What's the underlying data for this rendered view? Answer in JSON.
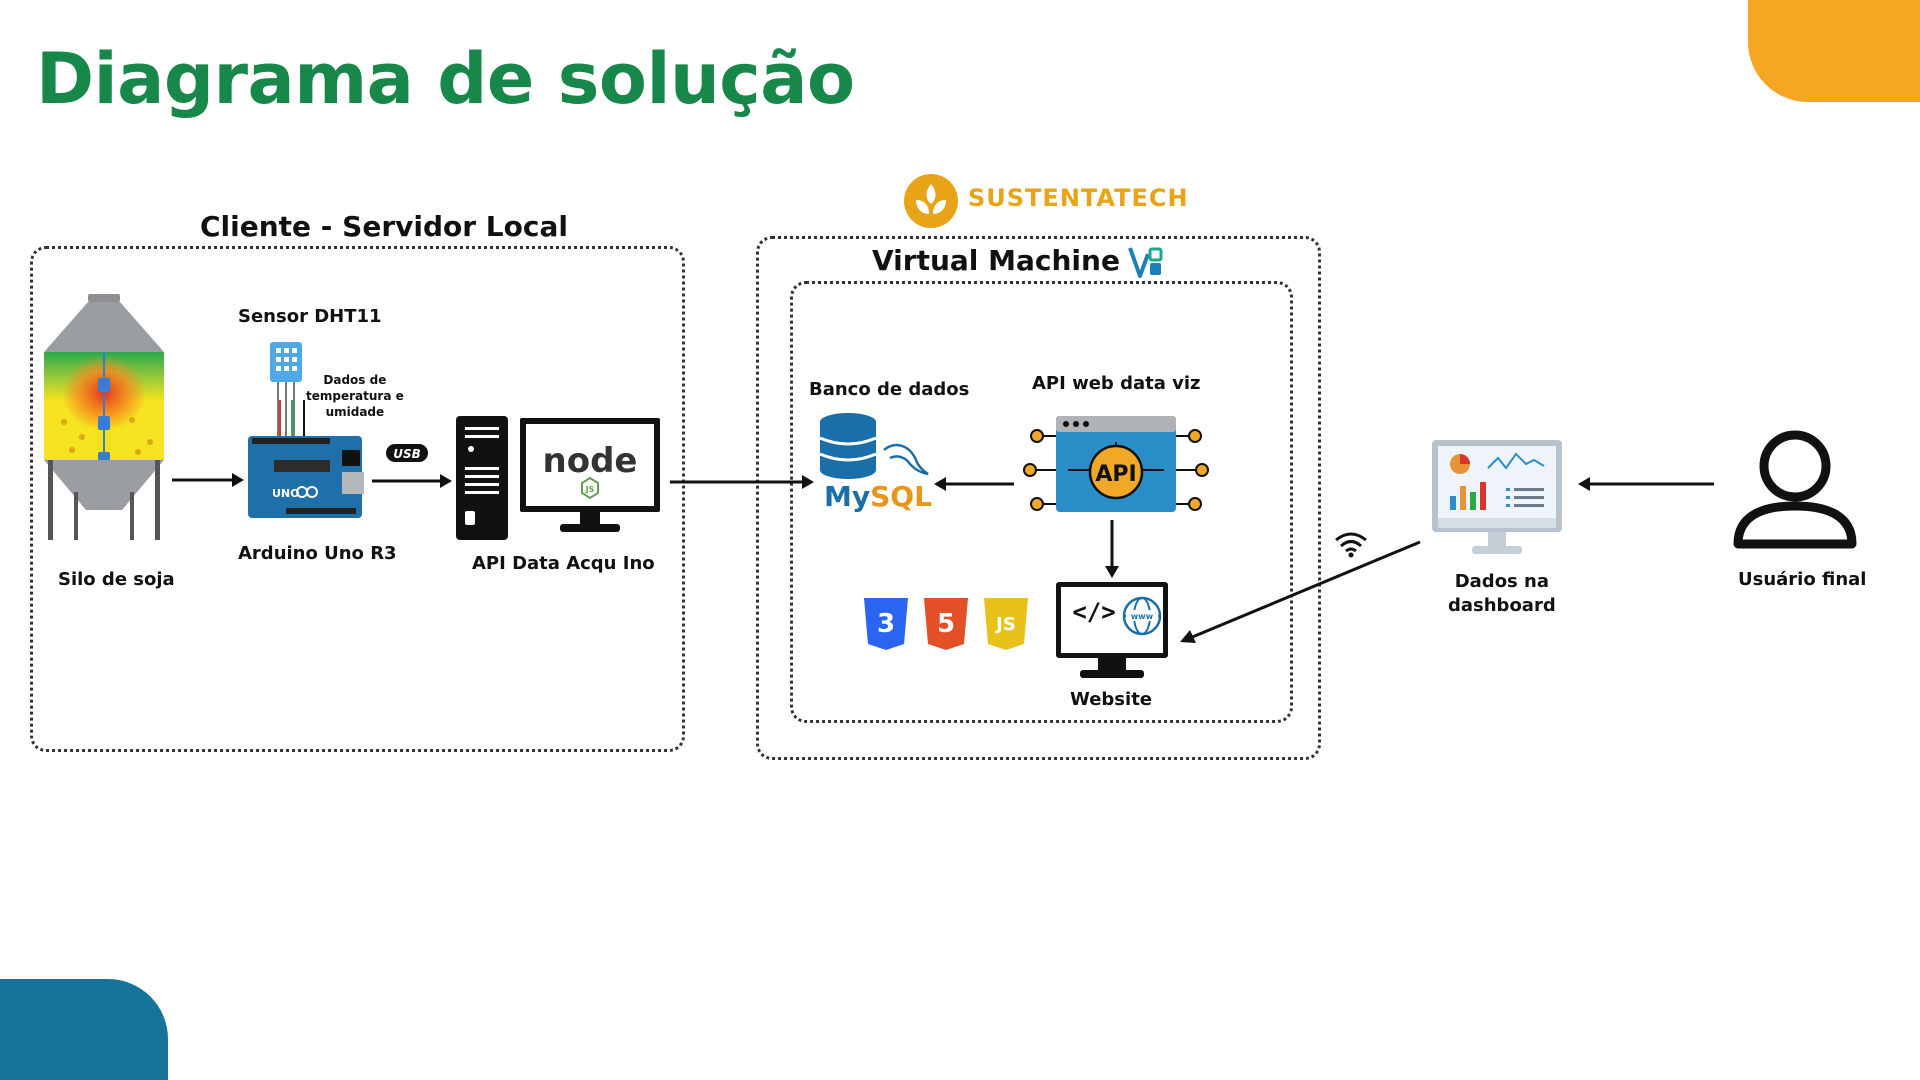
{
  "title": "Diagrama de solução",
  "brand": {
    "name": "SUSTENTATECH"
  },
  "sections": {
    "local": {
      "title": "Cliente - Servidor Local"
    },
    "vm": {
      "title": "Virtual Machine"
    }
  },
  "nodes": {
    "silo": {
      "label": "Silo de soja"
    },
    "sensor": {
      "label": "Sensor DHT11"
    },
    "sensor_data": {
      "line1": "Dados de",
      "line2": "temperatura e",
      "line3": "umidade"
    },
    "usb": {
      "label": "USB"
    },
    "arduino": {
      "label": "Arduino Uno R3",
      "board_text": "UNO"
    },
    "acq_api": {
      "label": "API Data Acqu Ino",
      "logo_text": "node",
      "logo_sub": "JS"
    },
    "database": {
      "label": "Banco de dados",
      "logo_text": "MySQL"
    },
    "web_api": {
      "label": "API web data viz",
      "badge": "API"
    },
    "website": {
      "label": "Website",
      "code_symbol": "</>",
      "globe_text": "www"
    },
    "web_stack": {
      "css": "3",
      "html": "5",
      "js": "JS"
    },
    "dashboard": {
      "line1": "Dados na",
      "line2": "dashboard"
    },
    "user": {
      "label": "Usuário final"
    }
  },
  "colors": {
    "title_green": "#17874a",
    "accent_orange": "#f5a623",
    "accent_blue": "#17729c",
    "brand_gold": "#e8a317",
    "api_blue": "#2a8fc9",
    "api_orange": "#f0a826"
  },
  "icons": [
    "silo-icon",
    "dht11-sensor-icon",
    "arduino-board-icon",
    "usb-icon",
    "server-tower-icon",
    "monitor-icon",
    "nodejs-logo",
    "mysql-logo",
    "api-icon",
    "website-icon",
    "css3-icon",
    "html5-icon",
    "js-icon",
    "wifi-icon",
    "dashboard-monitor-icon",
    "user-icon",
    "sustentatech-logo",
    "vm-logo-icon"
  ]
}
